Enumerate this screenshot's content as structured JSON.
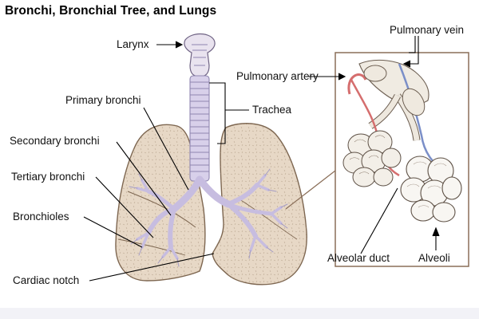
{
  "title": "Bronchi, Bronchial Tree, and Lungs",
  "labels": {
    "larynx": "Larynx",
    "primary_bronchi": "Primary bronchi",
    "trachea": "Trachea",
    "secondary_bronchi": "Secondary bronchi",
    "tertiary_bronchi": "Tertiary bronchi",
    "bronchioles": "Bronchioles",
    "cardiac_notch": "Cardiac notch",
    "pulmonary_vein": "Pulmonary vein",
    "pulmonary_artery": "Pulmonary artery",
    "alveolar_duct": "Alveolar duct",
    "alveoli": "Alveoli"
  },
  "colors": {
    "lung_fill": "#e7d8c6",
    "lung_stroke": "#7d6650",
    "airway": "#c7bde0",
    "airway_stroke": "#8f86b0",
    "artery": "#d56e6e",
    "vein": "#7b8fc8",
    "alveoli_fill": "#f3efe8",
    "leader": "#000000"
  }
}
